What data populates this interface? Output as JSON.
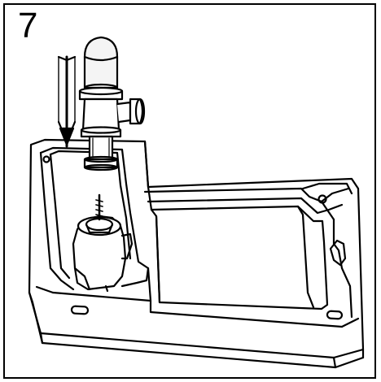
{
  "step": {
    "number": "7"
  },
  "illustration": {
    "subject": "valve-insertion-into-base-tray",
    "parts": [
      "valve-cartridge",
      "down-arrow",
      "base-tray",
      "spring-seat"
    ],
    "colors": {
      "line": "#000000",
      "fill": "#ffffff",
      "cap_fill": "#f4f4f4"
    }
  }
}
